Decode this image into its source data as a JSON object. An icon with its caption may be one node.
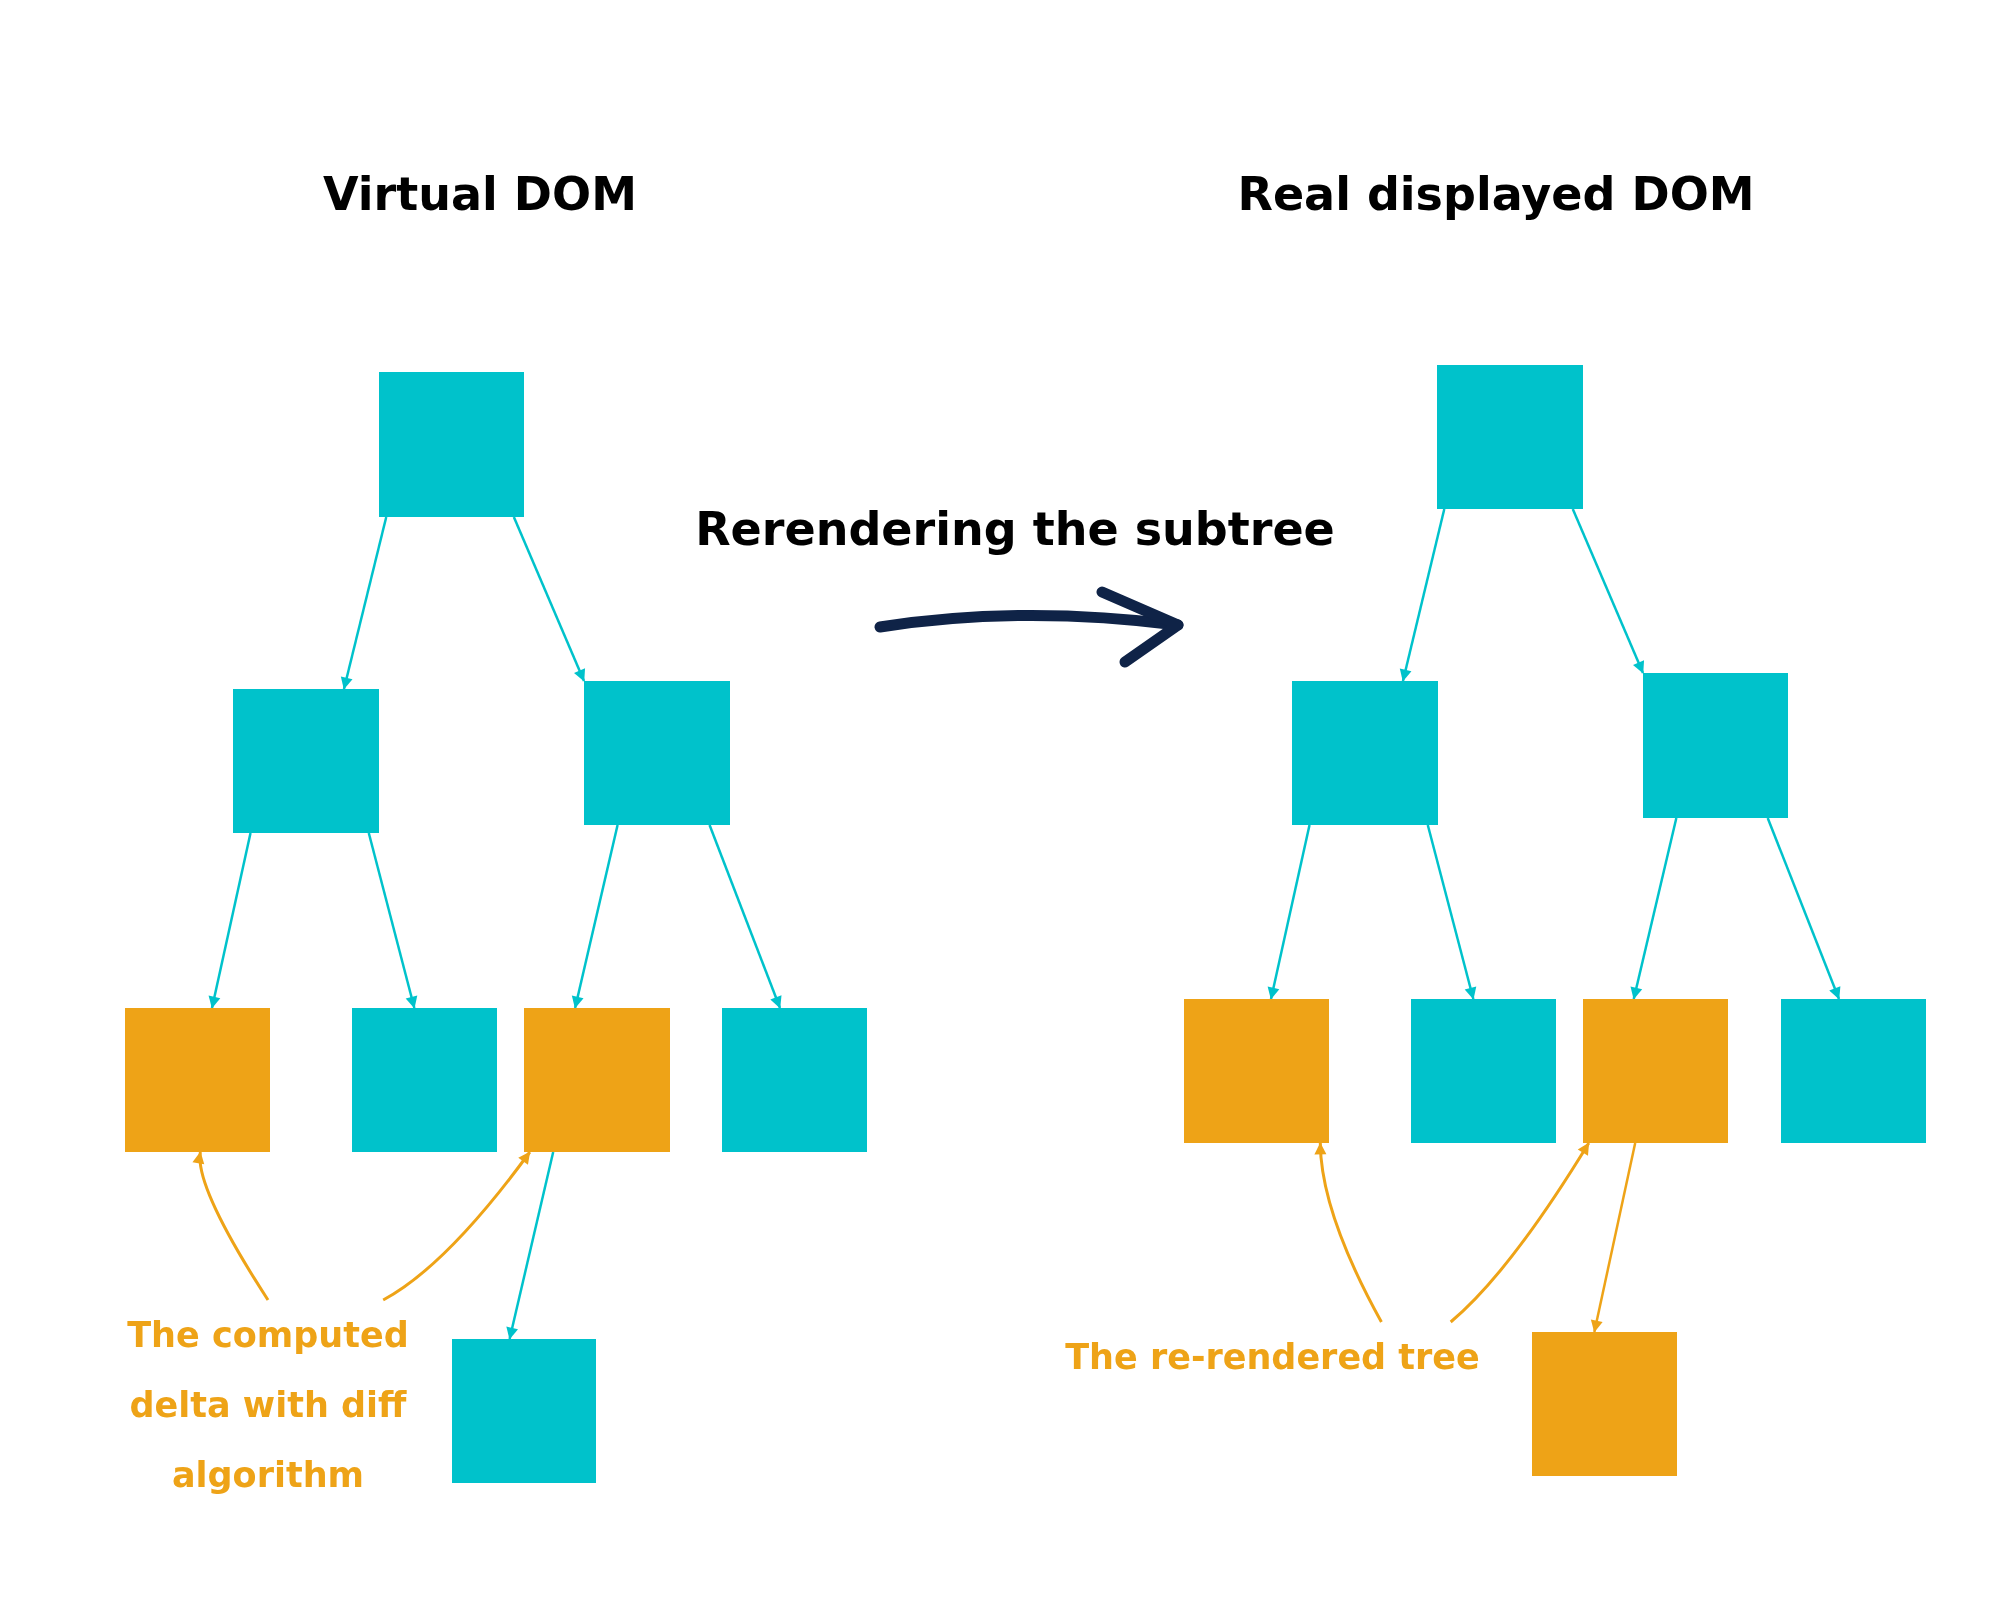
{
  "diagram": {
    "nodes": [
      {
        "text": [],
        "shape": "box"
      },
      {
        "text": [],
        "shape": "box"
      },
      {
        "text": [],
        "shape": "box"
      },
      {
        "text": [],
        "shape": "box"
      },
      {
        "text": [],
        "shape": "box"
      },
      {
        "text": [],
        "shape": "box"
      },
      {
        "text": [],
        "shape": "box"
      },
      {
        "text": [],
        "shape": "box"
      },
      {
        "text": [],
        "shape": "box"
      },
      {
        "text": [],
        "shape": "box"
      },
      {
        "text": [],
        "shape": "box"
      },
      {
        "text": [],
        "shape": "box"
      },
      {
        "text": [],
        "shape": "box"
      },
      {
        "text": [],
        "shape": "box"
      },
      {
        "text": [],
        "shape": "box"
      },
      {
        "text": [],
        "shape": "box"
      },
      {
        "text": [
          "The computed delta with diff algorithm"
        ]
      },
      {
        "text": [
          "The re-rendered tree"
        ]
      }
    ],
    "edges": [
      {
        "from": 0,
        "to": 1,
        "arrow": "to"
      },
      {
        "from": 0,
        "to": 2,
        "arrow": "to"
      },
      {
        "from": 1,
        "to": 3,
        "arrow": "to"
      },
      {
        "from": 1,
        "to": 4,
        "arrow": "to"
      },
      {
        "from": 2,
        "to": 5,
        "arrow": "to"
      },
      {
        "from": 2,
        "to": 6,
        "arrow": "to"
      },
      {
        "from": 5,
        "to": 7,
        "arrow": "to"
      },
      {
        "from": 8,
        "to": 9,
        "arrow": "to"
      },
      {
        "from": 8,
        "to": 10,
        "arrow": "to"
      },
      {
        "from": 9,
        "to": 11,
        "arrow": "to"
      },
      {
        "from": 9,
        "to": 12,
        "arrow": "to"
      },
      {
        "from": 10,
        "to": 13,
        "arrow": "to"
      },
      {
        "from": 10,
        "to": 14,
        "arrow": "to"
      },
      {
        "from": 13,
        "to": 15,
        "arrow": "to",
        "color": "#eea317"
      },
      {
        "from": 16,
        "to": 3,
        "arrow": "to",
        "color": "#eea317"
      },
      {
        "from": 16,
        "to": 5,
        "arrow": "to",
        "color": "#eea317"
      },
      {
        "from": 17,
        "to": 11,
        "arrow": "to",
        "color": "#eea317"
      },
      {
        "from": 17,
        "to": 13,
        "arrow": "to",
        "color": "#eea317"
      }
    ],
    "labels": [
      "Virtual DOM",
      "Real displayed DOM",
      "Rerendering the subtree"
    ]
  }
}
